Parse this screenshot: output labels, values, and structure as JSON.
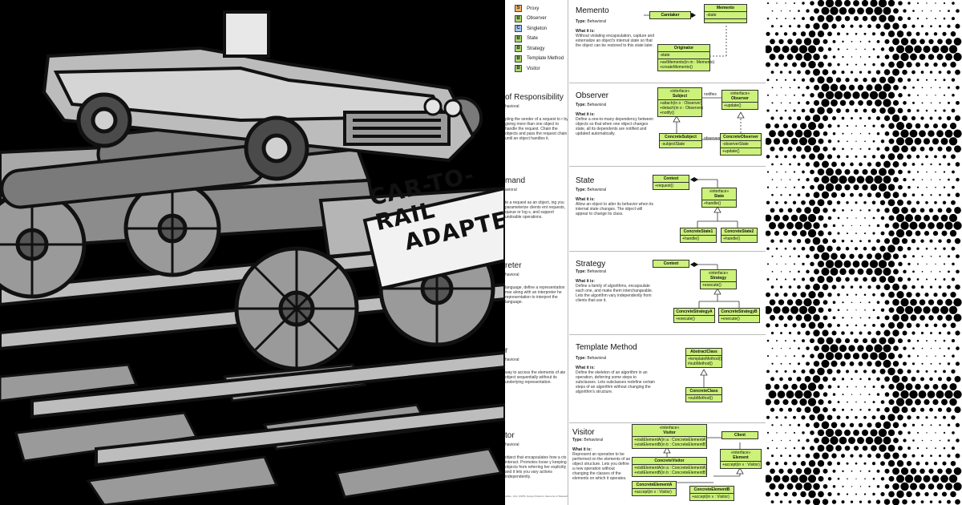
{
  "illustration": {
    "sign_line1": "CAR-TO-RAIL",
    "sign_line2": "ADAPTER"
  },
  "legend": [
    {
      "badge": "S",
      "label": "Proxy",
      "color": "#f4b26b"
    },
    {
      "badge": "B",
      "label": "Observer",
      "color": "#a6d86b"
    },
    {
      "badge": "C",
      "label": "Singleton",
      "color": "#9fc8f0"
    },
    {
      "badge": "B",
      "label": "State",
      "color": "#a6d86b"
    },
    {
      "badge": "B",
      "label": "Strategy",
      "color": "#a6d86b"
    },
    {
      "badge": "B",
      "label": "Template Method",
      "color": "#a6d86b"
    },
    {
      "badge": "B",
      "label": "Visitor",
      "color": "#a6d86b"
    }
  ],
  "partial_sections": [
    {
      "title": "of Responsibility",
      "type": "havioral",
      "desc": "pling the sender of a request to r by giving more than one object to handle the request. Chain the objects and pass the request chain until an object handles it."
    },
    {
      "title": "mand",
      "type": "avioral",
      "desc": "te a request as an object, ing you parameterize clients ent requests, queue or log s, and support undoable operations."
    },
    {
      "title": "reter",
      "type": "havioral",
      "desc": "language, define a representation mar along with an interpreter he representation to interpret the language."
    },
    {
      "title": "r",
      "type": "havioral",
      "desc": "way to access the elements of ate object sequentially without its underlying representation."
    },
    {
      "title": "tor",
      "type": "havioral",
      "desc": "object that encapsulates how a cts interact. Promotes loose y keeping objects from referring her explicitly and it lets you vary actions independently."
    }
  ],
  "footer_note": "uildes, John (1995). Design Patterns: Elements of Massachusetts: Addison Wesley Longman, Inc.",
  "sections": [
    {
      "title": "Memento",
      "type_label": "Type:",
      "type_value": "Behavioral",
      "what_label": "What it is:",
      "desc": "Without violating encapsulation, capture and externalize an object's internal state so that the object can be restored to this state later.",
      "boxes": {
        "caretaker": "Caretaker",
        "memento": "Memento",
        "memento_attr": "-state",
        "originator": "Originator",
        "originator_attr": "-state",
        "originator_op1": "+setMemento(in m : Memento)",
        "originator_op2": "+createMemento()"
      }
    },
    {
      "title": "Observer",
      "type_label": "Type:",
      "type_value": "Behavioral",
      "what_label": "What it is:",
      "desc": "Define a one-to-many dependency between objects so that when one object changes state, all its dependents are notified and updated automatically.",
      "boxes": {
        "stereo": "«interface»",
        "subject": "Subject",
        "subject_op1": "+attach(in o : Observer)",
        "subject_op2": "+detach(in o : Observer)",
        "subject_op3": "+notify()",
        "notifies": "notifies",
        "observer": "Observer",
        "observer_op": "+update()",
        "concrete_subject": "ConcreteSubject",
        "cs_attr": "-subjectState",
        "observes": "observes",
        "concrete_observer": "ConcreteObserver",
        "co_attr": "-observerState",
        "co_op": "+update()"
      }
    },
    {
      "title": "State",
      "type_label": "Type:",
      "type_value": "Behavioral",
      "what_label": "What it is:",
      "desc": "Allow an object to alter its behavior when its internal state changes. The object will appear to change its class.",
      "boxes": {
        "context": "Context",
        "context_op": "+request()",
        "stereo": "«interface»",
        "state": "State",
        "state_op": "+handle()",
        "cs1": "ConcreteState1",
        "cs1_op": "+handle()",
        "cs2": "ConcreteState2",
        "cs2_op": "+handle()"
      }
    },
    {
      "title": "Strategy",
      "type_label": "Type:",
      "type_value": "Behavioral",
      "what_label": "What it is:",
      "desc": "Define a family of algorithms, encapsulate each one, and make them interchangeable. Lets the algorithm vary independently from clients that use it.",
      "boxes": {
        "context": "Context",
        "stereo": "«interface»",
        "strategy": "Strategy",
        "strategy_op": "+execute()",
        "csa": "ConcreteStrategyA",
        "csa_op": "+execute()",
        "csb": "ConcreteStrategyB",
        "csb_op": "+execute()"
      }
    },
    {
      "title": "Template Method",
      "type_label": "Type:",
      "type_value": "Behavioral",
      "what_label": "What it is:",
      "desc": "Define the skeleton of an algorithm in an operation, deferring some steps to subclasses. Lets subclasses redefine certain steps of an algorithm without changing the algorithm's structure.",
      "boxes": {
        "abstract": "AbstractClass",
        "abstract_op1": "+templateMethod()",
        "abstract_op2": "#subMethod()",
        "concrete": "ConcreteClass",
        "concrete_op": "+subMethod()"
      }
    },
    {
      "title": "Visitor",
      "type_label": "Type:",
      "type_value": "Behavioral",
      "what_label": "What it is:",
      "desc": "Represent an operation to be performed on the elements of an object structure. Lets you define a new operation without changing the classes of the elements on which it operates.",
      "boxes": {
        "stereo": "«interface»",
        "visitor": "Visitor",
        "visitor_op1": "+visitElementA(in a : ConcreteElementA)",
        "visitor_op2": "+visitElementB(in b : ConcreteElementB)",
        "client": "Client",
        "concrete_visitor": "ConcreteVisitor",
        "cv_op1": "+visitElementA(in a : ConcreteElementA)",
        "cv_op2": "+visitElementB(in b : ConcreteElementB)",
        "element": "Element",
        "element_op": "+accept(in v : Visitor)",
        "cea": "ConcreteElementA",
        "cea_op": "+accept(in v : Visitor)",
        "ceb": "ConcreteElementB",
        "ceb_op": "+accept(in v : Visitor)"
      }
    }
  ]
}
